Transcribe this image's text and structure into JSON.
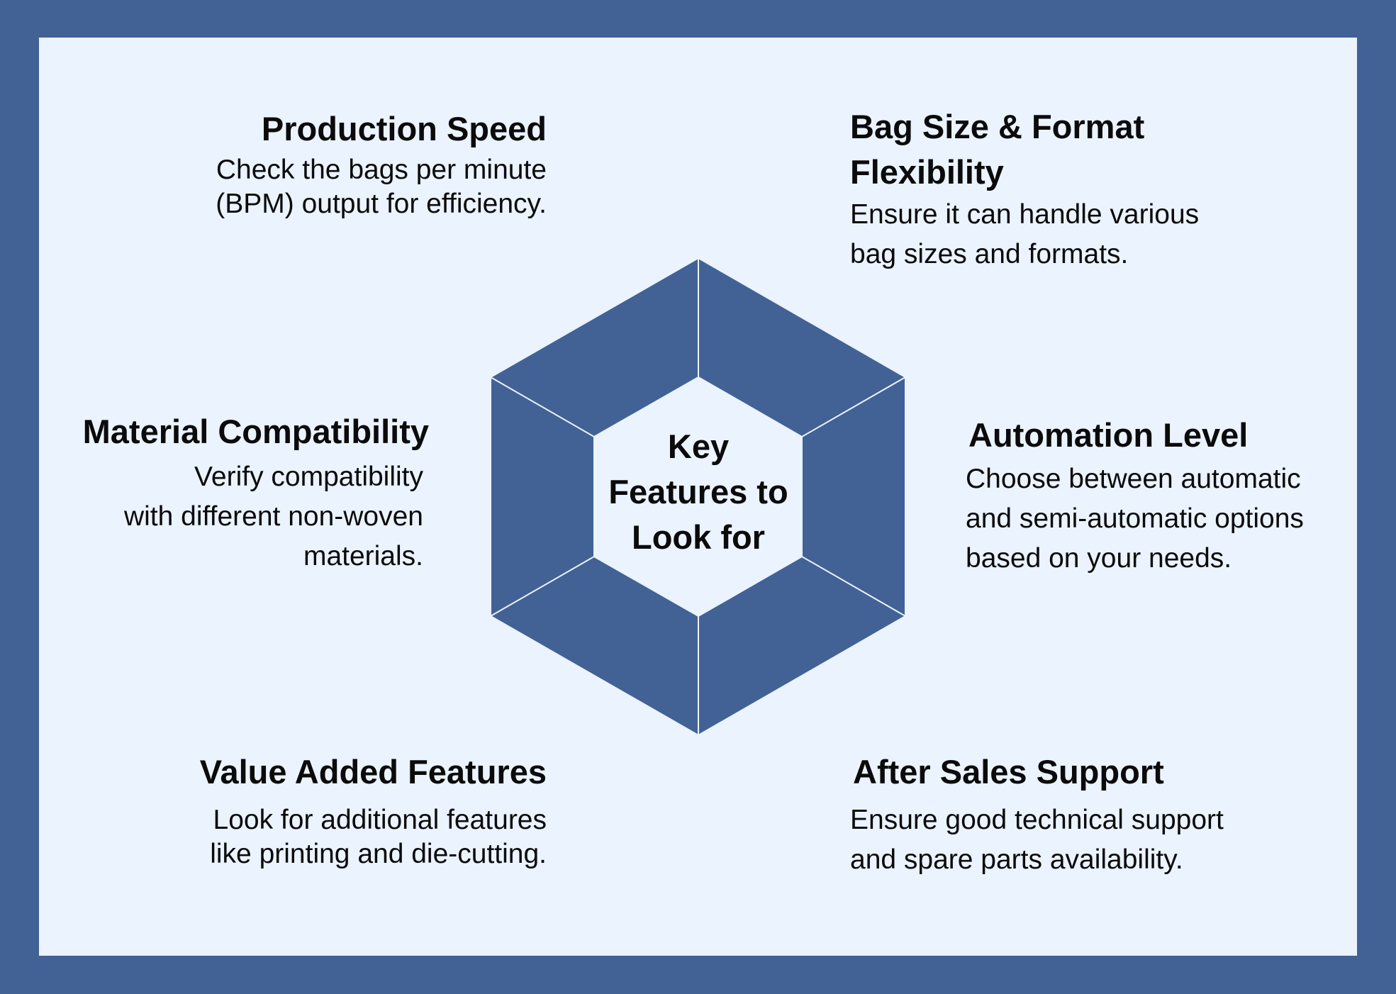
{
  "colors": {
    "frame": "#426296",
    "background": "#ebf3fe",
    "hexagon_fill": "#426296",
    "hexagon_lines": "#ebf3fe",
    "text": "#0b0b0b"
  },
  "center": {
    "title": "Key\nFeatures to\nLook for"
  },
  "features": [
    {
      "id": "production-speed",
      "title": "Production Speed",
      "description": "Check the bags per minute\n(BPM) output for efficiency."
    },
    {
      "id": "bag-size-format",
      "title": "Bag Size & Format\nFlexibility",
      "description": "Ensure it can handle various\nbag sizes and formats."
    },
    {
      "id": "material-compatibility",
      "title": "Material Compatibility",
      "description": "Verify compatibility\nwith different non-woven\nmaterials."
    },
    {
      "id": "automation-level",
      "title": "Automation Level",
      "description": "Choose between automatic\nand semi-automatic options\nbased on your needs."
    },
    {
      "id": "value-added-features",
      "title": "Value Added Features",
      "description": "Look for additional features\nlike printing and die-cutting."
    },
    {
      "id": "after-sales-support",
      "title": "After Sales Support",
      "description": "Ensure good technical support\nand spare parts availability."
    }
  ]
}
